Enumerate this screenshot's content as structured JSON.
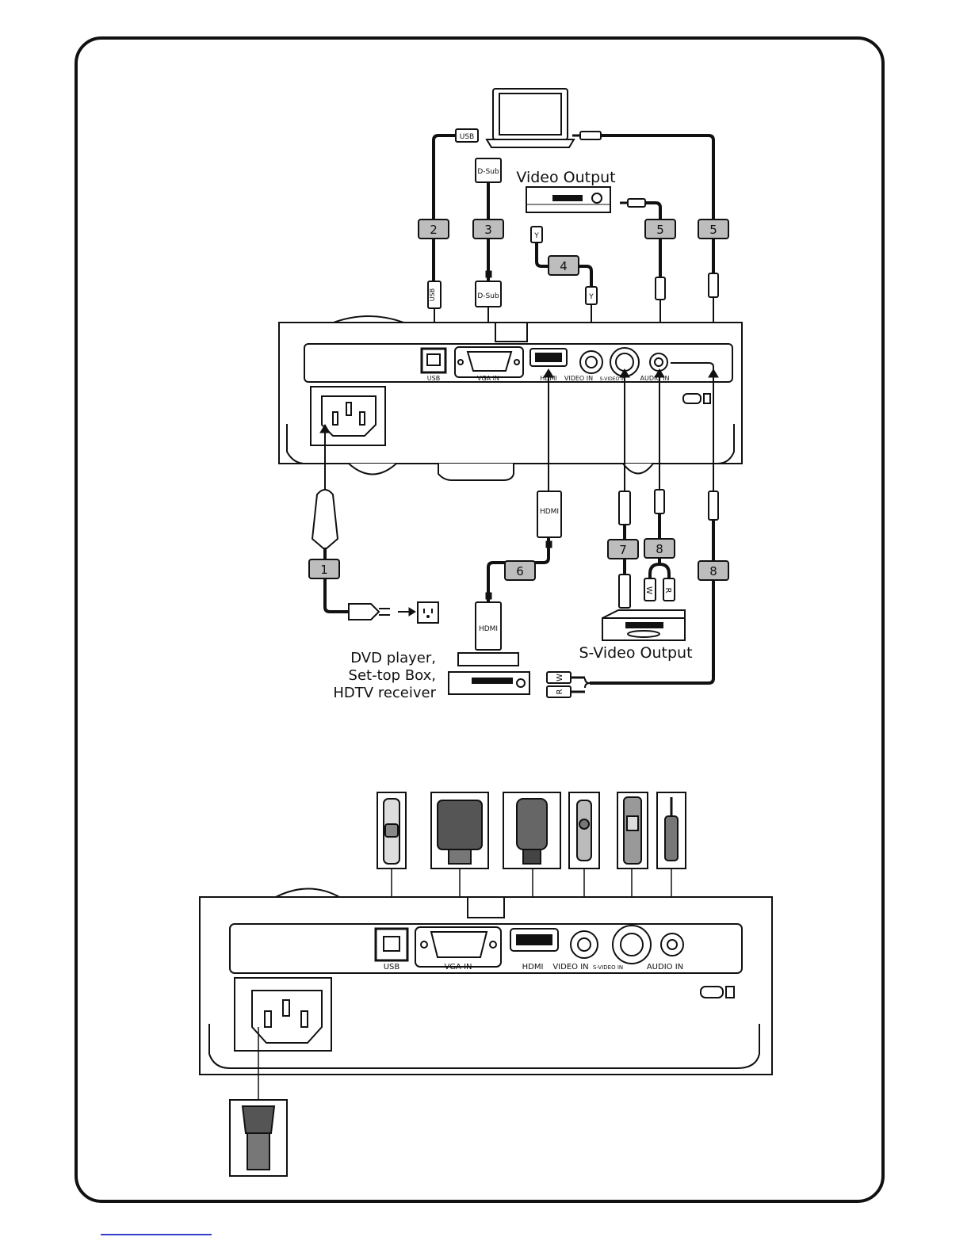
{
  "top_diagram": {
    "labels": {
      "video_output": "Video Output",
      "svideo_output": "S-Video Output",
      "dvd_line1": "DVD player,",
      "dvd_line2": "Set-top Box,",
      "dvd_line3": "HDTV receiver"
    },
    "connector_labels": {
      "usb_plug": "USB",
      "dsub_top": "D-Sub",
      "dsub_bottom": "D-Sub",
      "hdmi_top": "HDMI",
      "hdmi_bottom": "HDMI",
      "rca_y_top": "Y",
      "rca_y_bottom": "Y",
      "audio_w": "W",
      "audio_r": "R",
      "dvd_w": "W",
      "dvd_r": "R"
    },
    "ports": {
      "usb": "USB",
      "vga": "VGA IN",
      "hdmi": "HDMI",
      "video": "VIDEO IN",
      "svideo": "S-VIDEO IN",
      "audio": "AUDIO IN"
    },
    "cable_numbers": {
      "c1": "1",
      "c2": "2",
      "c3": "3",
      "c4": "4",
      "c5a": "5",
      "c5b": "5",
      "c6": "6",
      "c7": "7",
      "c8a": "8",
      "c8b": "8"
    }
  },
  "bottom_diagram": {
    "ports": {
      "usb": "USB",
      "vga": "VGA IN",
      "hdmi": "HDMI",
      "video": "VIDEO IN",
      "svideo": "S-VIDEO IN",
      "audio": "AUDIO IN"
    }
  },
  "colors": {
    "line": "#111111",
    "badge_fill": "#bdbdbd",
    "footer_rule": "#3340c8"
  }
}
